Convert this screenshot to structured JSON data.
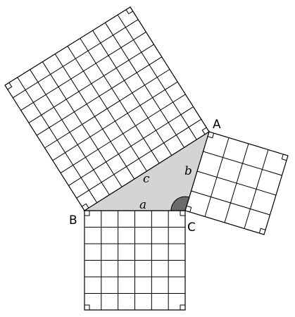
{
  "diagram": {
    "vertices": {
      "A": "A",
      "B": "B",
      "C": "C"
    },
    "sides": {
      "a": "a",
      "b": "b",
      "c": "c"
    },
    "squares": [
      {
        "name": "square-on-side-a",
        "grid": 6
      },
      {
        "name": "square-on-side-b",
        "grid": 4
      },
      {
        "name": "square-on-side-c",
        "grid": 10
      }
    ],
    "colors": {
      "triangle_fill": "#d4d4d4",
      "right_angle_fill": "#6b6b6b",
      "line": "#000000",
      "background": "#ffffff"
    }
  }
}
